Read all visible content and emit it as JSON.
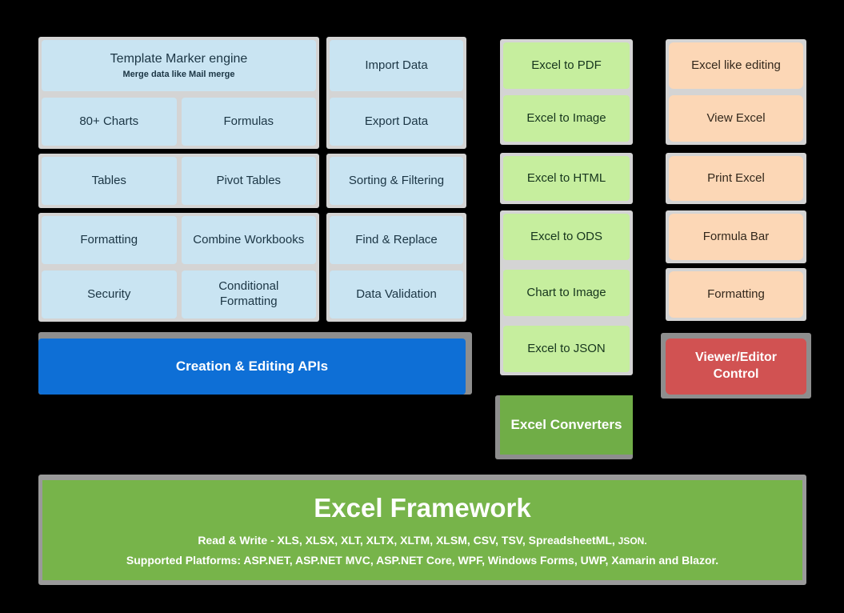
{
  "left_panel": {
    "group1": {
      "wide": {
        "title": "Template Marker engine",
        "subtitle": "Merge data like Mail merge"
      },
      "row": [
        "80+ Charts",
        "Formulas"
      ]
    },
    "group2": [
      "Tables",
      "Pivot Tables"
    ],
    "group3": [
      [
        "Formatting",
        "Combine Workbooks"
      ],
      [
        "Security",
        "Conditional Formatting"
      ]
    ]
  },
  "import_panel": {
    "group1": [
      "Import Data",
      "Export Data"
    ],
    "group2": [
      "Sorting & Filtering"
    ],
    "group3": [
      "Find & Replace",
      "Data Validation"
    ]
  },
  "creation_bar": {
    "label": "Creation & Editing APIs"
  },
  "converters_panel": {
    "group1": [
      "Excel to PDF",
      "Excel to Image"
    ],
    "group2": [
      "Excel to HTML"
    ],
    "group3": [
      "Excel to ODS",
      "Chart to Image",
      "Excel to JSON"
    ],
    "footer": "Excel Converters"
  },
  "viewer_panel": {
    "group1": [
      "Excel like editing",
      "View Excel"
    ],
    "group2": [
      "Print Excel"
    ],
    "group3": [
      "Formula Bar"
    ],
    "group4": [
      "Formatting"
    ],
    "footer": "Viewer/Editor Control"
  },
  "banner": {
    "title": "Excel Framework",
    "formats_label": "Read & Write - XLS, XLSX, XLT, XLTX, XLTM, XLSM, CSV, TSV, SpreadsheetML,",
    "formats_suffix": "JSON.",
    "platforms": "Supported Platforms: ASP.NET, ASP.NET MVC, ASP.NET Core, WPF, Windows Forms, UWP, Xamarin and Blazor."
  },
  "colors": {
    "background": "#000000",
    "feature_blue": "#c9e4f2",
    "converter_green": "#c6ee9e",
    "viewer_peach": "#fcd7b6",
    "accent_blue": "#0e6fd6",
    "accent_green": "#70ad47",
    "accent_red": "#d15252",
    "banner_green": "#77b44a",
    "shadow_light": "#d4d4d4",
    "shadow_dark": "#8e8e8e"
  }
}
